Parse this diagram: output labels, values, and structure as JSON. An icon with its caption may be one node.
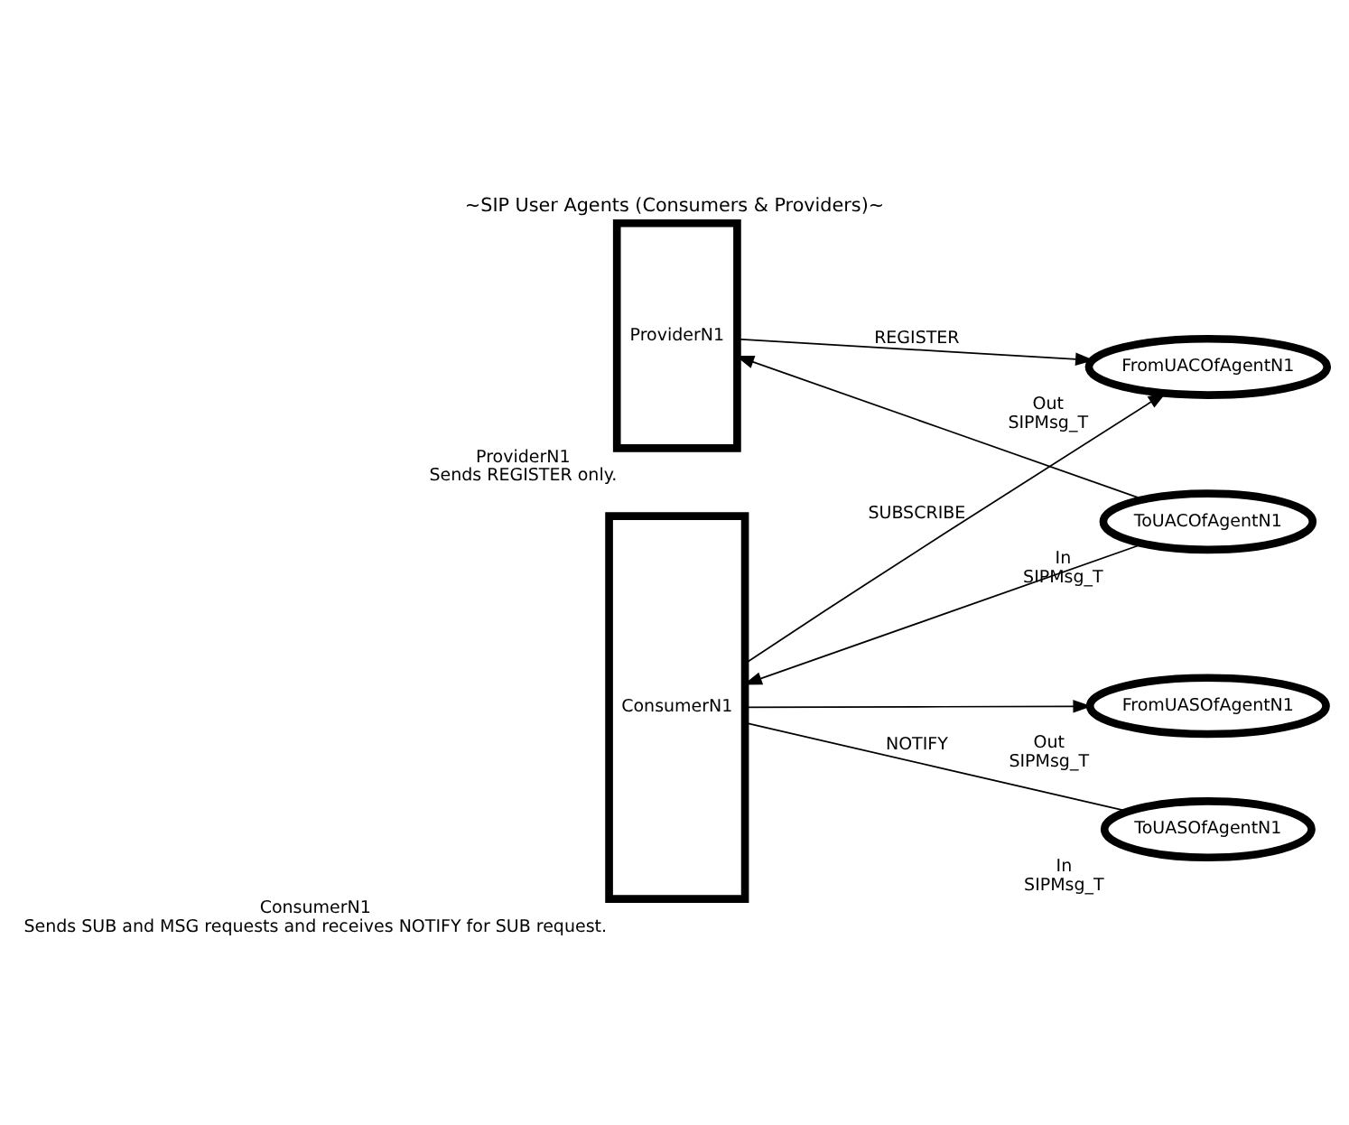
{
  "diagram": {
    "title": "~SIP User Agents (Consumers & Providers)~",
    "nodes": [
      {
        "text": [
          "ConsumerN1"
        ],
        "beside": [
          "ConsumerN1",
          "Sends SUB and MSG requests and receives NOTIFY for SUB request."
        ]
      },
      {
        "text": [
          "ProviderN1"
        ],
        "beside": [
          "ProviderN1",
          "Sends REGISTER only."
        ]
      },
      {
        "text": [
          "FromUACOfAgentN1"
        ],
        "beside": [
          "Out",
          "SIPMsg_T"
        ]
      },
      {
        "text": [
          "ToUACOfAgentN1"
        ],
        "beside": [
          "In",
          "SIPMsg_T"
        ]
      },
      {
        "text": [
          "ToUASOfAgentN1"
        ],
        "beside": [
          "In",
          "SIPMsg_T"
        ]
      },
      {
        "text": [
          "FromUASOfAgentN1"
        ],
        "beside": [
          "Out",
          "SIPMsg_T"
        ]
      }
    ],
    "edges": [
      {
        "from": 0,
        "to": 2,
        "arrow": "to",
        "label": "SUBSCRIBE"
      },
      {
        "from": 1,
        "to": 2,
        "arrow": "to",
        "label": "REGISTER"
      },
      {
        "from": 3,
        "to": 1,
        "arrow": "to"
      },
      {
        "from": 3,
        "to": 0,
        "arrow": "to"
      },
      {
        "from": 0,
        "to": 5,
        "arrow": "to"
      },
      {
        "from": 4,
        "to": 0,
        "arrow": "none",
        "label": "NOTIFY"
      }
    ]
  }
}
